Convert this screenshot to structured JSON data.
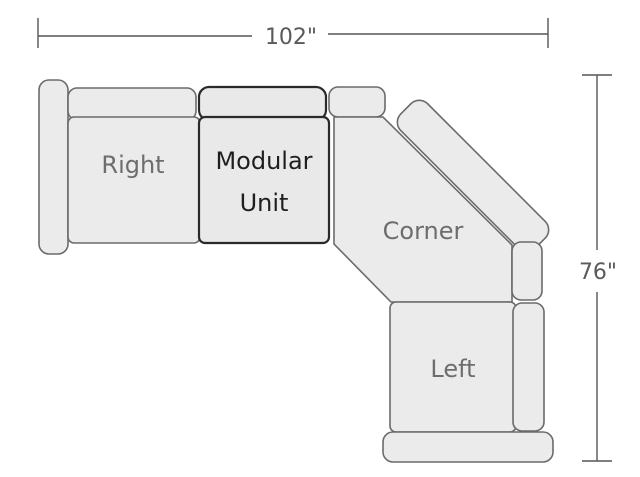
{
  "dimensions": {
    "width": "102\"",
    "depth": "76\""
  },
  "sections": {
    "right": "Right",
    "modular_line1": "Modular",
    "modular_line2": "Unit",
    "corner": "Corner",
    "left": "Left"
  },
  "colors": {
    "fill": "#ebebeb",
    "outline": "#6b6b6b",
    "highlight_outline": "#2a2a2a"
  }
}
